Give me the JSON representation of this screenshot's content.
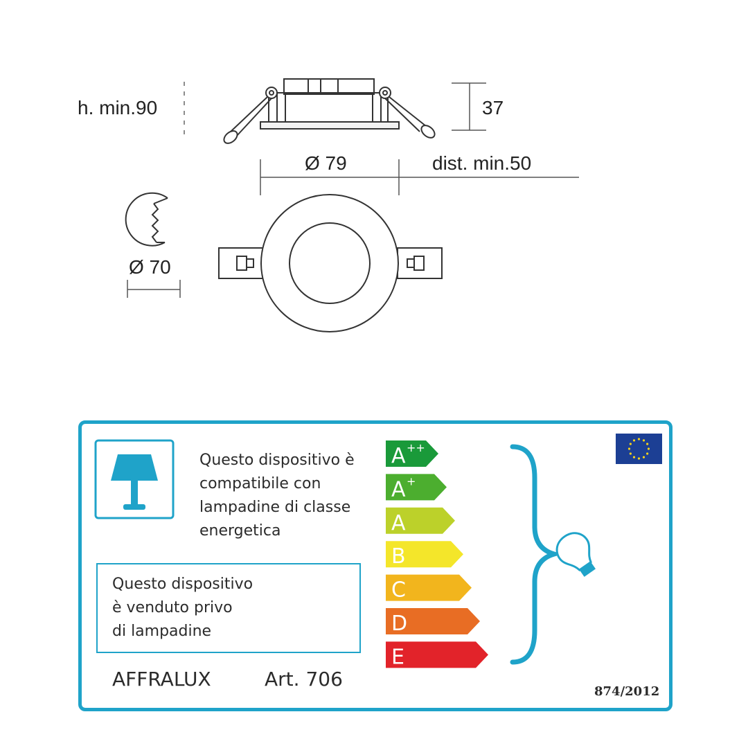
{
  "diagram": {
    "height_min": "h. min.90",
    "depth": "37",
    "outer_diameter": "Ø 79",
    "distance_min": "dist. min.50",
    "cutout_diameter": "Ø 70"
  },
  "energy_label": {
    "fixture_text_lines": [
      "Questo dispositivo è",
      "compatibile con",
      "lampadine di classe",
      "energetica"
    ],
    "no_bulb_text_lines": [
      "Questo dispositivo",
      "è venduto privo",
      "di lampadine"
    ],
    "brand": "AFFRALUX",
    "article": "Art. 706",
    "regulation": "874/2012",
    "border_color": "#1fa3c9",
    "classes": [
      {
        "main": "A",
        "sup": "++",
        "color": "#1a9a3a"
      },
      {
        "main": "A",
        "sup": "+",
        "color": "#4cae2f"
      },
      {
        "main": "A",
        "sup": "",
        "color": "#bcd12a"
      },
      {
        "main": "B",
        "sup": "",
        "color": "#f4e62a"
      },
      {
        "main": "C",
        "sup": "",
        "color": "#f2b51d"
      },
      {
        "main": "D",
        "sup": "",
        "color": "#e86d24"
      },
      {
        "main": "E",
        "sup": "",
        "color": "#e2232a"
      }
    ]
  }
}
